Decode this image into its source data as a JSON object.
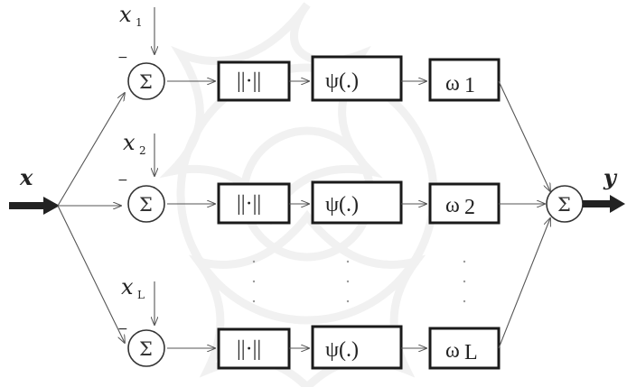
{
  "diagram": {
    "input_label": "x",
    "output_label": "y",
    "sum_symbol": "Σ",
    "norm_label": "||·||",
    "psi_label": "ψ(.)",
    "minus_sign": "−",
    "rows": [
      {
        "center_label": "x₁",
        "center_sub": "1",
        "weight": "ω",
        "weight_sub": "1"
      },
      {
        "center_label": "x₂",
        "center_sub": "2",
        "weight": "ω",
        "weight_sub": "2"
      },
      {
        "center_label": "xL",
        "center_sub": "L",
        "weight": "ω",
        "weight_sub": "L"
      }
    ],
    "colors": {
      "line": "#555555",
      "box_stroke": "#1a1a1a",
      "arrow": "#222222"
    }
  }
}
